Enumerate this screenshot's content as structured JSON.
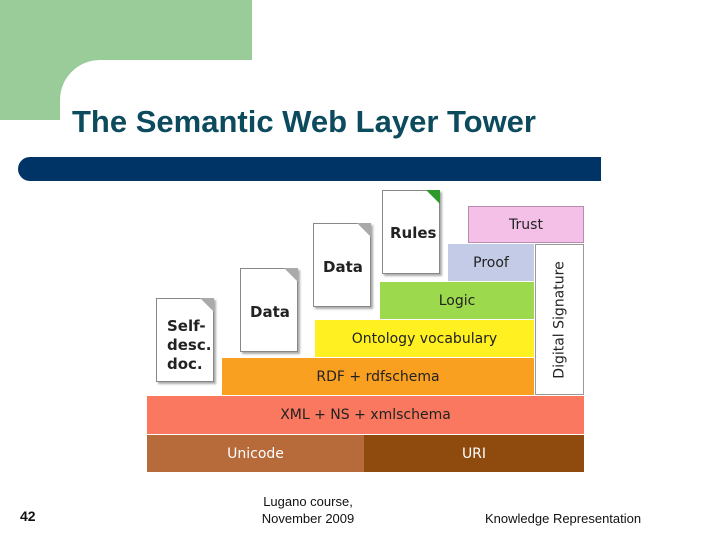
{
  "slide": {
    "title": "The Semantic Web Layer Tower",
    "number": "42",
    "course_line1": "Lugano course,",
    "course_line2": "November 2009",
    "subject": "Knowledge Representation"
  },
  "tower": {
    "unicode": "Unicode",
    "uri": "URI",
    "xml": "XML + NS + xmlschema",
    "rdf": "RDF + rdfschema",
    "ontology": "Ontology vocabulary",
    "logic": "Logic",
    "proof": "Proof",
    "trust": "Trust",
    "signature": "Digital Signature",
    "doc_self_1": "Self-",
    "doc_self_2": "desc.",
    "doc_self_3": "doc.",
    "doc_data_1": "Data",
    "doc_data_2": "Data",
    "doc_rules": "Rules"
  },
  "colors": {
    "unicode": "#b76b3a",
    "uri": "#8f4a0e",
    "xml": "#f9785f",
    "rdf": "#f9a021",
    "ontology": "#fff021",
    "logic": "#9cd94c",
    "proof": "#c3cbe6",
    "trust": "#f4c0e8",
    "fold_green": "#2e9a2e"
  }
}
